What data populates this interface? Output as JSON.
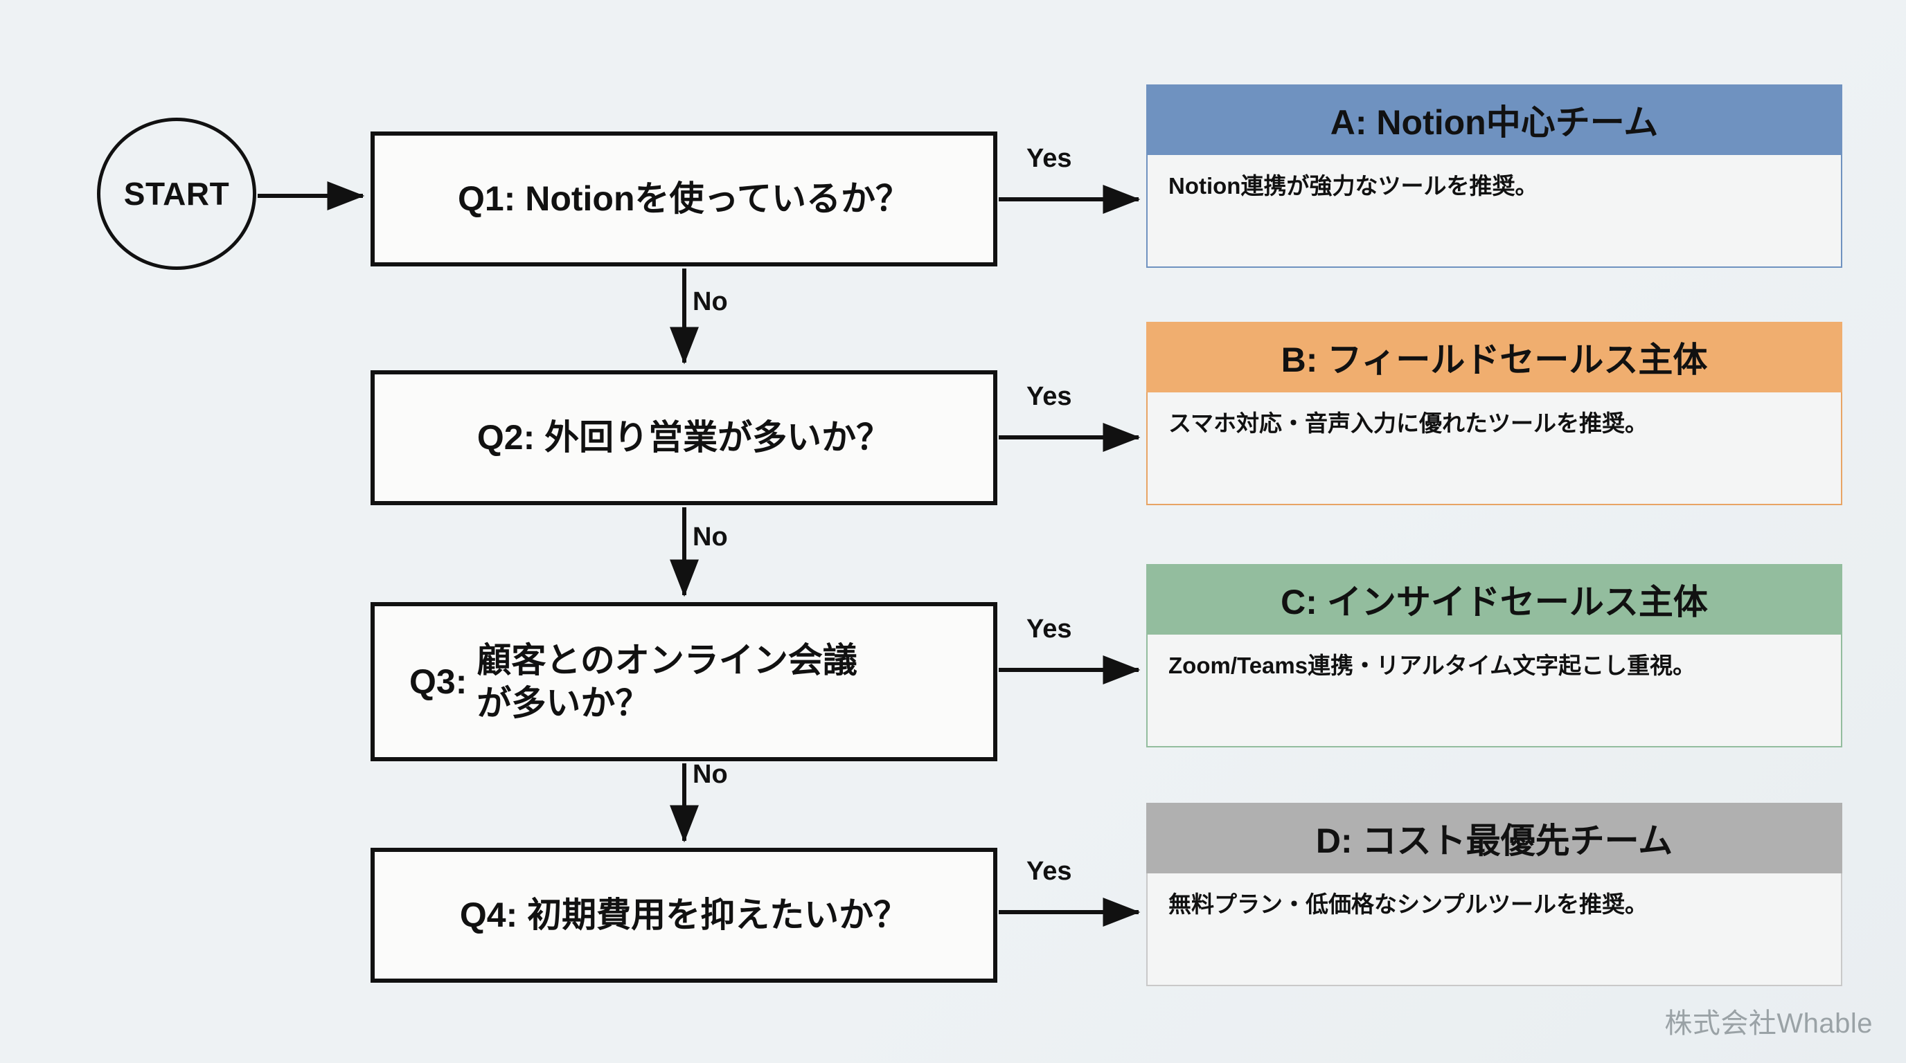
{
  "diagram": {
    "type": "flowchart",
    "background_color": "#eef2f4",
    "start": {
      "label": "START",
      "shape": "circle"
    },
    "questions": [
      {
        "id": "q1",
        "prefix": "Q1:",
        "text": "Q1: Notionを使っているか？",
        "yes_label": "Yes",
        "no_label": "No",
        "two_line": false
      },
      {
        "id": "q2",
        "prefix": "Q2:",
        "text": "Q2: 外回り営業が多いか？",
        "yes_label": "Yes",
        "no_label": "No",
        "two_line": false
      },
      {
        "id": "q3",
        "prefix": "Q3:",
        "text": "顧客とのオンライン会議\nが多いか？",
        "yes_label": "Yes",
        "no_label": "No",
        "two_line": true
      },
      {
        "id": "q4",
        "prefix": "Q4:",
        "text": "Q4: 初期費用を抑えたいか？",
        "yes_label": "Yes",
        "no_label": "",
        "two_line": false
      }
    ],
    "results": [
      {
        "id": "a",
        "title": "A: Notion中心チーム",
        "description": "Notion連携が強力なツールを推奨。",
        "header_color": "#6f92c0",
        "body_color": "#f4f5f5"
      },
      {
        "id": "b",
        "title": "B: フィールドセールス主体",
        "description": "スマホ対応・音声入力に優れたツールを推奨。",
        "header_color": "#f0ae6f",
        "body_color": "#f4f5f5"
      },
      {
        "id": "c",
        "title": "C: インサイドセールス主体",
        "description": "Zoom/Teams連携・リアルタイム文字起こし重視。",
        "header_color": "#93bd9e",
        "body_color": "#f4f5f5"
      },
      {
        "id": "d",
        "title": "D: コスト最優先チーム",
        "description": "無料プラン・低価格なシンプルツールを推奨。",
        "header_color": "#b0b0b0",
        "body_color": "#f4f5f5"
      }
    ],
    "watermark": "株式会社Whable"
  }
}
